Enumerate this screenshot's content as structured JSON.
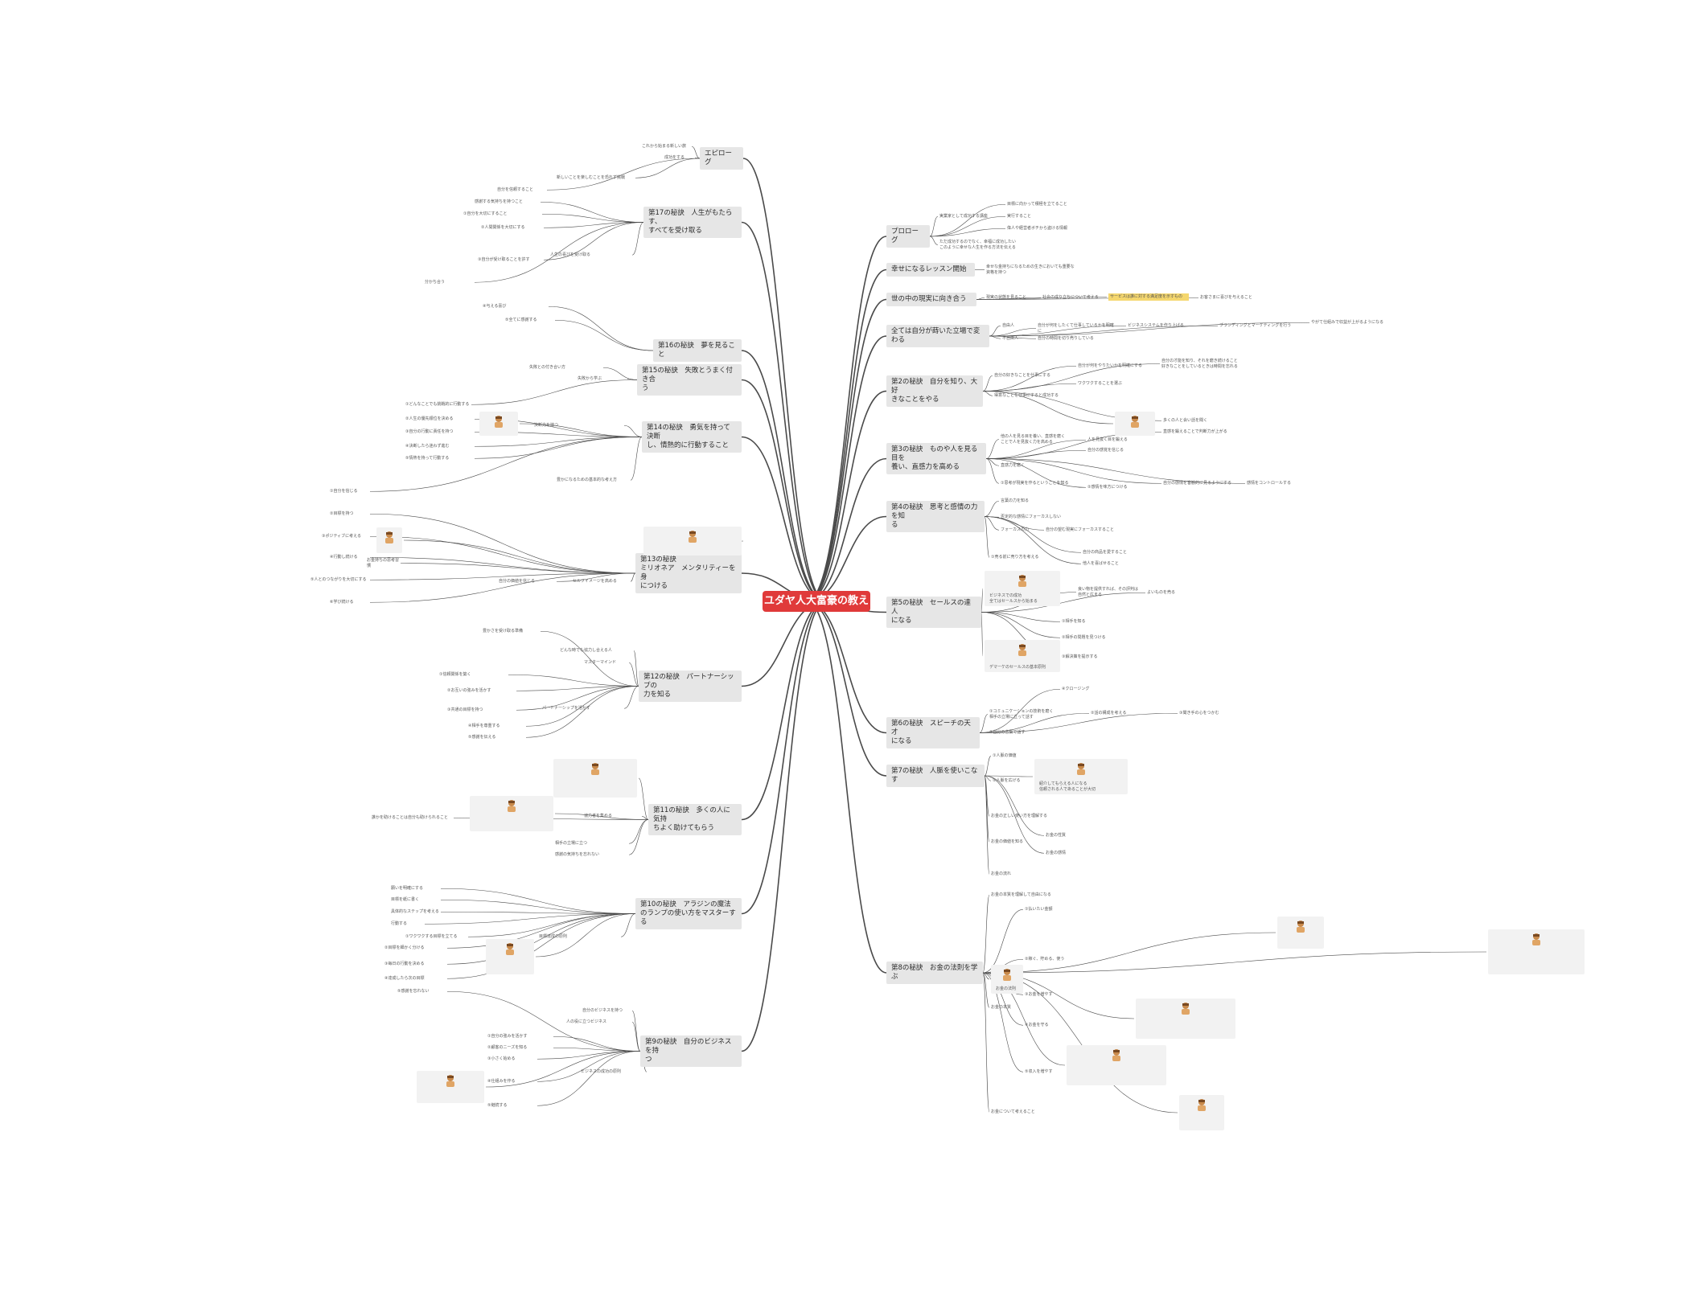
{
  "central": "ユダヤ人大富豪の教え",
  "colors": {
    "central": "#e03a3a",
    "branch_bg": "#e6e6e6",
    "line": "#555555",
    "highlight": "#f5d76e"
  },
  "branches": {
    "r1": "プロローグ",
    "r2": "幸せになるレッスン開始",
    "r3": "世の中の現実に向き合う",
    "r4": "全ては自分が蒔いた立場で変わる",
    "r5": "第2の秘訣　自分を知り、大好\nきなことをやる",
    "r6": "第3の秘訣　ものや人を見る目を\n養い、直感力を高める",
    "r7": "第4の秘訣　思考と感情の力を知\nる",
    "r8": "第5の秘訣　セールスの達人\nになる",
    "r9": "第6の秘訣　スピーチの天才\nになる",
    "r10": "第7の秘訣　人脈を使いこなす",
    "r11": "第8の秘訣　お金の法則を学ぶ",
    "l1": "エピローグ",
    "l2": "第17の秘訣　人生がもたらす、\nすべてを受け取る",
    "l3": "第16の秘訣　夢を見ること",
    "l4": "第15の秘訣　失敗とうまく付き合\nう",
    "l5": "第14の秘訣　勇気を持って決断\nし、情熱的に行動すること",
    "l6": "第13の秘訣\nミリオネア　メンタリティーを身\nにつける",
    "l7": "第12の秘訣　パートナーシップの\n力を知る",
    "l8": "第11の秘訣　多くの人に気持\nちよく助けてもらう",
    "l9": "第10の秘訣　アラジンの魔法\nのランプの使い方をマスターする",
    "l10": "第9の秘訣　自分のビジネスを持\nつ"
  },
  "right_subs": {
    "r1_a": "実業家として成功する講座",
    "r1_a1": "目標に向かって積極を立てること",
    "r1_a2": "実行すること",
    "r1_a3": "偉人や経営者ボチから盗ける情報",
    "r1_b": "ただ成功するのでなく、幸福に成功したい\nこのように幸せな人生を作る方法を伝える",
    "r2_a": "幸せな金持ちになるための生きにおいても重要な\n資格を持つ",
    "r3_a": "現実の状態を見ること",
    "r3_b": "社会の成り立ちについて考える",
    "r3_c": "サービスは誰に対する満足度を示すもの",
    "r3_d": "お客さまに喜びを与えること",
    "r4_a": "自由人",
    "r4_a1": "自分が何をしたくて仕事しているかを明確に",
    "r4_a2": "ビジネスシステムを作り上げる",
    "r4_a3": "ブランディングとマーケティングを行う",
    "r4_a4": "やがて仕組みで収益が上がるようになる",
    "r4_b": "不自由人",
    "r4_b1": "自分の時間を切り売りしている",
    "r5_a": "自分の好きなことを仕事にする",
    "r5_a1": "自分が何をやりたいかを明確にする",
    "r5_a2": "自分の才能を知り、それを磨き続けること\n好きなことをしているときは時間を忘れる",
    "r5_a3": "ワクワクすることを選ぶ",
    "r5_b": "得意なことを仕事にすると成功する",
    "r6_a": "他の人を見る目を養い、直感を磨く\nことで人を見抜く力を高める",
    "r6_a1": "多くの人と会い話を聞く",
    "r6_a2": "人を見抜く目を鍛える",
    "r6_a3": "自分の感覚を信じる",
    "r6_a4": "直感を鍛えることで判断力が上がる",
    "r6_b": "直感力を磨く",
    "r7_a": "①思考が現実を作るということを知る",
    "r7_a1": "②感情を味方につける",
    "r7_a2": "自分の感情を客観的に見るようにする",
    "r7_a3": "感情をコントロールする",
    "r7_b": "言葉の力を知る",
    "r7_c": "否定的な感情にフォーカスしない",
    "r7_d": "フォーカスの力",
    "r7_d1": "自分の望む現実にフォーカスすること",
    "r8_a": "①売る前に売り方を考える",
    "r8_a1": "自分の商品を愛すること",
    "r8_a2": "他人を喜ばせること",
    "r8_b": "ビジネスでの成功\n全てはセールスから始まる",
    "r8_b1": "良い物を提供すれば、その評判は\n自然と広まる",
    "r8_b2": "よいものを売る",
    "r8_c": "デマーケのセールスの基本原則",
    "r8_c1": "①相手を知る",
    "r8_c2": "②相手の問題を見つける",
    "r8_c3": "③解決策を提示する",
    "r8_c4": "④クロージング",
    "r9_a": "①コミュニケーションの技術を磨く\n相手の立場に立って話す",
    "r9_a1": "②話の構成を考える",
    "r9_a2": "③聞き手の心をつかむ",
    "r9_b": "②自分の言葉で話す",
    "r10_a": "①人脈の価値",
    "r10_b": "②人脈を広げる",
    "r10_b1": "紹介してもらえる人になる\n信頼される人であることが大切",
    "r11_a": "お金の正しい使い方を理解する",
    "r11_b": "お金の価値を知る",
    "r11_b1": "お金の性質",
    "r11_b2": "お金の感情",
    "r11_c": "お金の流れ",
    "r11_d": "お金の法則",
    "r11_d1": "①払いたい金額",
    "r11_d2": "②稼ぐ、貯める、使う",
    "r11_d3": "③お金を増やす",
    "r11_d4": "④お金を守る",
    "r11_d5": "⑤収入を増やす",
    "r11_e": "お金の本質を理解して自由になる",
    "r11_f": "お金の本質",
    "r11_g": "お金について考えること"
  },
  "left_subs": {
    "l1_a": "これから始まる新しい旅",
    "l1_b": "成功をする",
    "l2_a": "新しいことを楽しむことを恐れず挑戦",
    "l2_b": "自分を信頼すること",
    "l2_c": "感謝する気持ちを持つこと",
    "l2_d": "人生の喜びを受け取る",
    "l2_e": "①自分を大切にすること",
    "l2_f": "②人間関係を大切にする",
    "l2_g": "③自分が受け取ることを許す",
    "l2_h": "分かち合う",
    "l2_i": "④与える喜び",
    "l2_j": "⑤全てに感謝する",
    "l4_a": "失敗との付き合い方",
    "l4_b": "失敗から学ぶ",
    "l5_a": "決断力を持つ",
    "l5_b": "①どんなことでも挑戦的に行動する",
    "l5_c": "②人生の優先順位を決める",
    "l5_d": "③自分の行動に責任を持つ",
    "l5_e": "④決断したら迷わず進む",
    "l5_f": "⑤情熱を持って行動する",
    "l6_a": "豊かになるための基本的な考え方",
    "l6_b": "お金持ちの思考習慣",
    "l6_c": "①自分を信じる",
    "l6_d": "②目標を持つ",
    "l6_e": "③ポジティブに考える",
    "l6_f": "④行動し続ける",
    "l6_g": "⑤人とのつながりを大切にする",
    "l6_h": "⑥学び続ける",
    "l6_i": "セルフイメージを高める",
    "l6_j": "自分の価値を信じる",
    "l6_k": "豊かさを受け取る準備",
    "l7_a": "どんな時でも協力し合える人",
    "l7_b": "マスターマインド",
    "l7_c": "①信頼関係を築く",
    "l7_d": "②お互いの強みを活かす",
    "l7_e": "③共通の目標を持つ",
    "l7_f": "④相手を尊重する",
    "l7_g": "⑤感謝を伝える",
    "l7_h": "パートナーシップを活かす",
    "l8_a": "誰かを助けることは自分も助けられること",
    "l8_b": "協力者を集める",
    "l8_c": "相手の立場に立つ",
    "l8_d": "感謝の気持ちを忘れない",
    "l9_a": "願いを明確にする",
    "l9_b": "目標を紙に書く",
    "l9_c": "具体的なステップを考える",
    "l9_d": "行動する",
    "l9_e": "①ワクワクする目標を立てる",
    "l9_f": "②目標を細かく分ける",
    "l9_g": "③毎日の行動を決める",
    "l9_h": "④達成したら次の目標",
    "l9_i": "⑤感謝を忘れない",
    "l9_j": "目標達成の原則",
    "l10_a": "自分のビジネスを持つ",
    "l10_b": "人の役に立つビジネス",
    "l10_c": "①自分の強みを活かす",
    "l10_d": "②顧客のニーズを知る",
    "l10_e": "③小さく始める",
    "l10_f": "④仕組みを作る",
    "l10_g": "⑤継続する",
    "l10_h": "ビジネスの成功の原則"
  },
  "icons": {
    "avatar": "person-avatar-icon"
  }
}
